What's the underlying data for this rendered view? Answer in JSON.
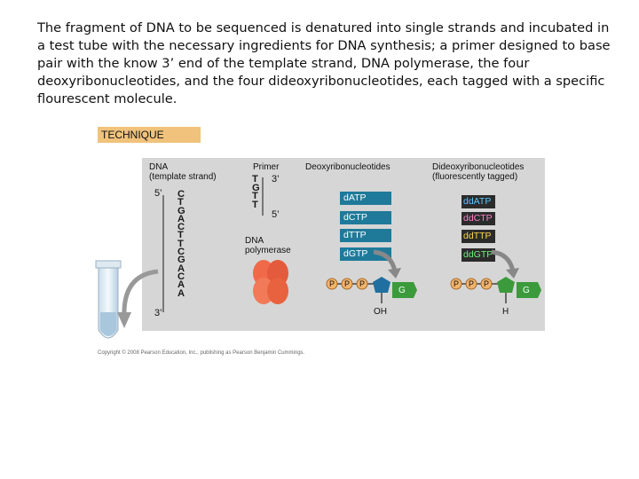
{
  "intro_text": "The fragment of DNA to be sequenced is denatured into single strands and incubated in a test tube with the necessary ingredients for DNA synthesis; a primer designed to base pair with the know 3’ end of the template strand, DNA polymerase, the four deoxyribonucleotides, and the four dideoxyribonucleotides, each tagged with a specific flourescent molecule.",
  "technique_label": "TECHNIQUE",
  "labels": {
    "dna": "DNA",
    "template": "(template strand)",
    "primer": "Primer",
    "deoxy": "Deoxyribonucleotides",
    "dideoxy": "Dideoxyribonucleotides",
    "tagged": "(fluorescently tagged)",
    "polymerase_1": "DNA",
    "polymerase_2": "polymerase",
    "five_prime": "5’",
    "three_prime": "3’",
    "primer_three": "3’",
    "primer_five": "5’"
  },
  "template_sequence": [
    "C",
    "T",
    "G",
    "A",
    "C",
    "T",
    "T",
    "C",
    "G",
    "A",
    "C",
    "A",
    "A"
  ],
  "primer_sequence": [
    "T",
    "G",
    "T",
    "T"
  ],
  "deoxy_nucleotides": [
    "dATP",
    "dCTP",
    "dTTP",
    "dGTP"
  ],
  "dideoxy_nucleotides": [
    "ddATP",
    "ddCTP",
    "ddTTP",
    "ddGTP"
  ],
  "molecule_labels": {
    "phosphate": "P",
    "base": "G",
    "deoxy_group": "OH",
    "dideoxy_group": "H"
  },
  "colors": {
    "panel": "#d6d6d6",
    "deoxy_box": "#1f7a9a",
    "dideoxy_box": "#2b2b2b",
    "technique_bg": "#f0c27b",
    "phosphate": "#f2b46a",
    "sugar": "#1f6fa0",
    "base": "#3b9a3b",
    "polymerase": "#f06a4a"
  },
  "caption": "Copyright © 2008 Pearson Education, Inc., publishing as Pearson Benjamin Cummings."
}
